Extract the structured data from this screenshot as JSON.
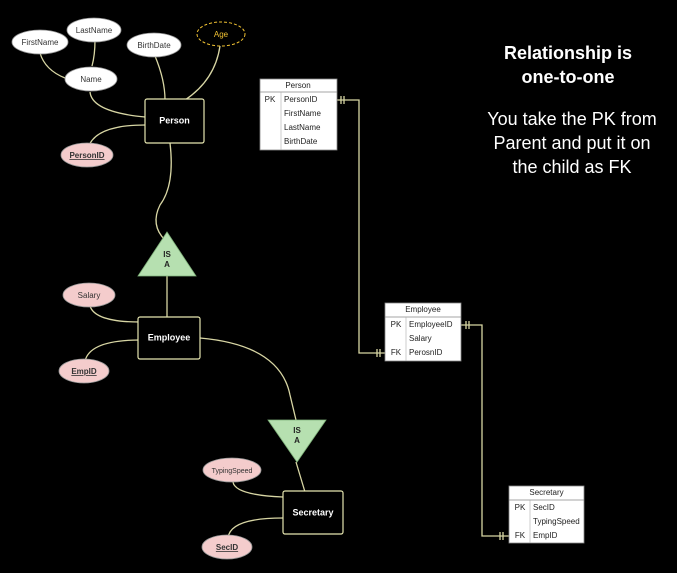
{
  "entities": {
    "person": "Person",
    "employee": "Employee",
    "secretary": "Secretary"
  },
  "attributes": {
    "firstname": "FirstName",
    "lastname": "LastName",
    "birthdate": "BirthDate",
    "age": "Age",
    "name": "Name",
    "personid": "PersonID",
    "salary": "Salary",
    "empid": "EmpID",
    "typingspeed": "TypingSpeed",
    "secid": "SecID"
  },
  "isa": {
    "line1": "IS",
    "line2": "A"
  },
  "tables": {
    "person": {
      "title": "Person",
      "rows": [
        {
          "key": "PK",
          "field": "PersonID"
        },
        {
          "key": "",
          "field": "FirstName"
        },
        {
          "key": "",
          "field": "LastName"
        },
        {
          "key": "",
          "field": "BirthDate"
        }
      ]
    },
    "employee": {
      "title": "Employee",
      "rows": [
        {
          "key": "PK",
          "field": "EmployeeID"
        },
        {
          "key": "",
          "field": "Salary"
        },
        {
          "key": "FK",
          "field": "PerosnID"
        }
      ]
    },
    "secretary": {
      "title": "Secretary",
      "rows": [
        {
          "key": "PK",
          "field": "SecID"
        },
        {
          "key": "",
          "field": "TypingSpeed"
        },
        {
          "key": "FK",
          "field": "EmpID"
        }
      ]
    }
  },
  "note": {
    "heading_line1": "Relationship is",
    "heading_line2": "one-to-one",
    "body_line1": "You take the PK from",
    "body_line2": "Parent and put it on",
    "body_line3": "the child as FK"
  },
  "colors": {
    "background": "#000000",
    "link": "#d8d6a4",
    "entity_border": "#e6e6b0",
    "key_attribute_fill": "#f4cccc",
    "isa_fill": "#b6e0b0",
    "age_border": "#f1c232"
  }
}
